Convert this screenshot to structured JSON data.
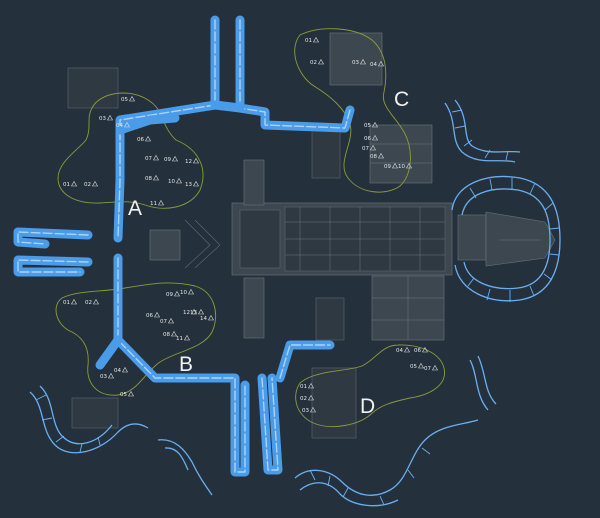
{
  "zones": [
    {
      "id": "A",
      "label": "A",
      "stands": [
        "01",
        "02",
        "03",
        "04",
        "05",
        "06",
        "07",
        "08",
        "09",
        "10",
        "11",
        "12",
        "13"
      ]
    },
    {
      "id": "B",
      "label": "B",
      "stands": [
        "01",
        "02",
        "03",
        "04",
        "05",
        "06",
        "07",
        "08",
        "09",
        "10",
        "11",
        "12",
        "13",
        "14"
      ]
    },
    {
      "id": "C",
      "label": "C",
      "stands": [
        "01",
        "02",
        "03",
        "04",
        "05",
        "06",
        "07",
        "08",
        "09",
        "10"
      ]
    },
    {
      "id": "D",
      "label": "D",
      "stands": [
        "01",
        "02",
        "03",
        "04",
        "05",
        "06",
        "07"
      ]
    }
  ],
  "colors": {
    "background": "#24313c",
    "pier": "#4a9be8",
    "zone_outline": "#8e9a3c",
    "text": "#f2f2f2"
  }
}
